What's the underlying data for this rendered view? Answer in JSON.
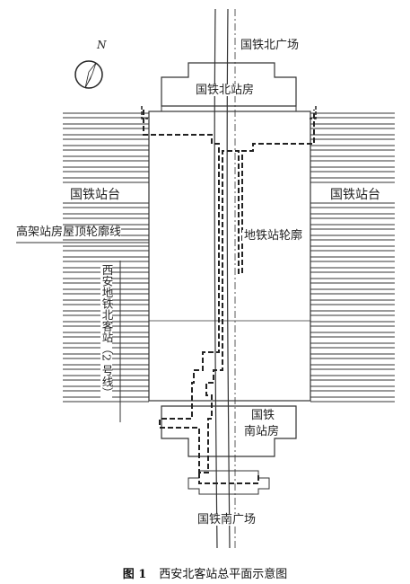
{
  "labels": {
    "north_plaza": "国铁北广场",
    "north_station": "国铁北站房",
    "platform_left": "国铁站台",
    "platform_right": "国铁站台",
    "elevated_outline": "高架站房屋顶轮廓线",
    "metro_outline": "地铁站轮廓",
    "metro_line": "西安地铁北客站（2 号线）",
    "south_station_a": "国铁",
    "south_station_b": "南站房",
    "south_plaza": "国铁南广场",
    "north_arrow": "N"
  },
  "caption": {
    "number": "图 1",
    "text": "西安北客站总平面示意图"
  }
}
